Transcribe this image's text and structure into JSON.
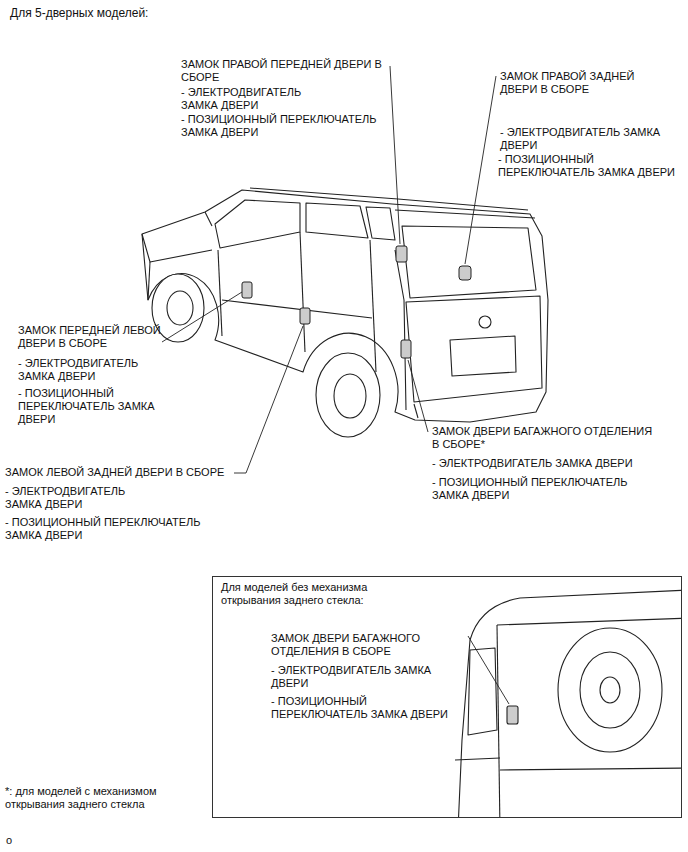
{
  "diagram": {
    "title": "Для 5-дверных моделей:",
    "nodes": [
      {
        "text": [
          "Для моделей без механизма открывания заднего стекла:",
          "ЗАМОК ДВЕРИ БАГАЖНОГО ОТДЕЛЕНИЯ В СБОРЕ",
          "- ЭЛЕКТРОДВИГАТЕЛЬ ЗАМКА ДВЕРИ",
          "- ПОЗИЦИОННЫЙ ПЕРЕКЛЮЧАТЕЛЬ ЗАМКА ДВЕРИ"
        ]
      }
    ],
    "labels": [
      "ЗАМОК ПРАВОЙ ПЕРЕДНЕЙ ДВЕРИ В СБОРЕ",
      "- ЭЛЕКТРОДВИГАТЕЛЬ ЗАМКА ДВЕРИ",
      "- ПОЗИЦИОННЫЙ ПЕРЕКЛЮЧАТЕЛЬ ЗАМКА ДВЕРИ",
      "ЗАМОК ПРАВОЙ ЗАДНЕЙ ДВЕРИ В СБОРЕ",
      "- ЭЛЕКТРОДВИГАТЕЛЬ ЗАМКА ДВЕРИ",
      "- ПОЗИЦИОННЫЙ ПЕРЕКЛЮЧАТЕЛЬ ЗАМКА ДВЕРИ",
      "ЗАМОК ПЕРЕДНЕЙ ЛЕВОЙ ДВЕРИ В СБОРЕ",
      "- ЭЛЕКТРОДВИГАТЕЛЬ ЗАМКА ДВЕРИ",
      "- ПОЗИЦИОННЫЙ ПЕРЕКЛЮЧАТЕЛЬ ЗАМКА ДВЕРИ",
      "ЗАМОК ЛЕВОЙ ЗАДНЕЙ ДВЕРИ В СБОРЕ",
      "- ЭЛЕКТРОДВИГАТЕЛЬ ЗАМКА ДВЕРИ",
      "- ПОЗИЦИОННЫЙ ПЕРЕКЛЮЧАТЕЛЬ ЗАМКА ДВЕРИ",
      "ЗАМОК ДВЕРИ БАГАЖНОГО ОТДЕЛЕНИЯ В СБОРЕ*",
      "- ЭЛЕКТРОДВИГАТЕЛЬ ЗАМКА ДВЕРИ",
      "- ПОЗИЦИОННЫЙ ПЕРЕКЛЮЧАТЕЛЬ ЗАМКА ДВЕРИ",
      "*: для моделей с механизмом открывания заднего стекла",
      "o"
    ]
  }
}
